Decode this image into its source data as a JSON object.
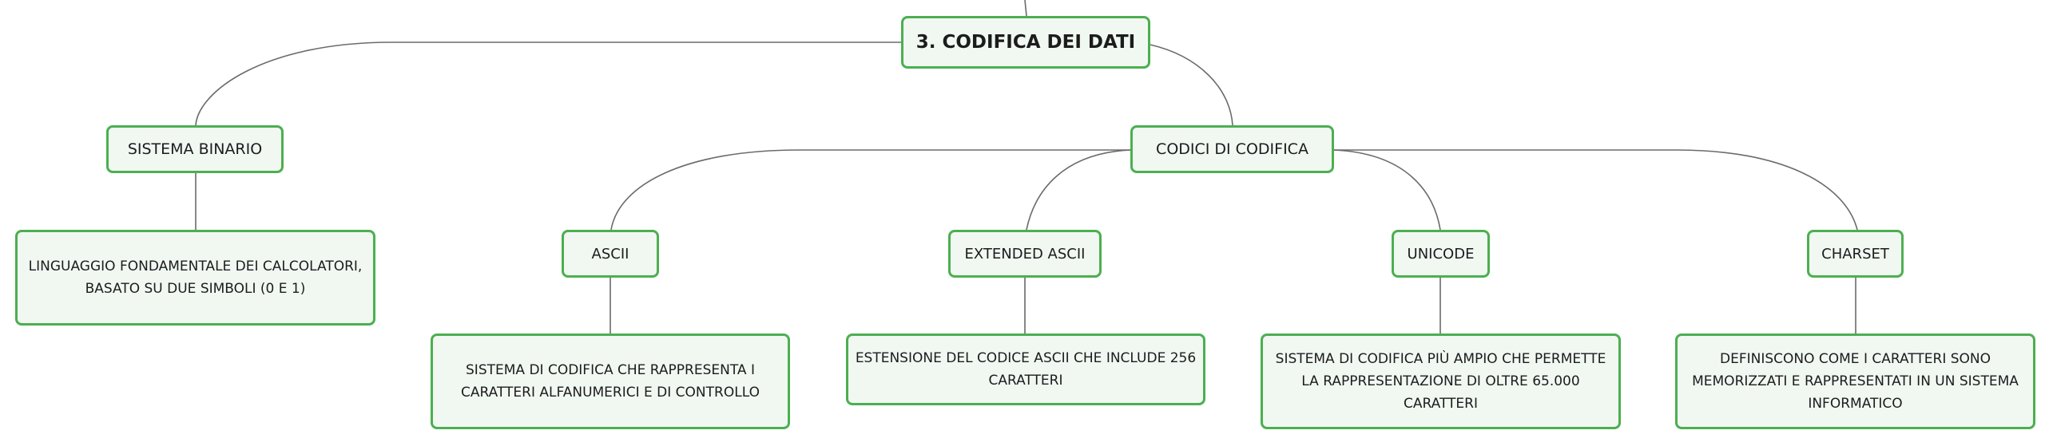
{
  "colors": {
    "node_border": "#4caf50",
    "node_fill": "#f1f8f2",
    "connector": "#6b6b6b"
  },
  "root": {
    "label": "3. CODIFICA DEI DATI"
  },
  "sistema_binario": {
    "label": "SISTEMA BINARIO",
    "description": "LINGUAGGIO FONDAMENTALE DEI CALCOLATORI, BASATO SU DUE SIMBOLI (0 E 1)"
  },
  "codici_di_codifica": {
    "label": "CODICI DI CODIFICA",
    "children": [
      {
        "label": "ASCII",
        "description": "SISTEMA DI CODIFICA CHE RAPPRESENTA I CARATTERI ALFANUMERICI E DI CONTROLLO"
      },
      {
        "label": "EXTENDED ASCII",
        "description": "ESTENSIONE DEL CODICE ASCII CHE INCLUDE 256 CARATTERI"
      },
      {
        "label": "UNICODE",
        "description": "SISTEMA DI CODIFICA PIÙ AMPIO CHE PERMETTE LA RAPPRESENTAZIONE DI OLTRE 65.000 CARATTERI"
      },
      {
        "label": "CHARSET",
        "description": "DEFINISCONO COME I CARATTERI SONO MEMORIZZATI E RAPPRESENTATI IN UN SISTEMA INFORMATICO"
      }
    ]
  }
}
